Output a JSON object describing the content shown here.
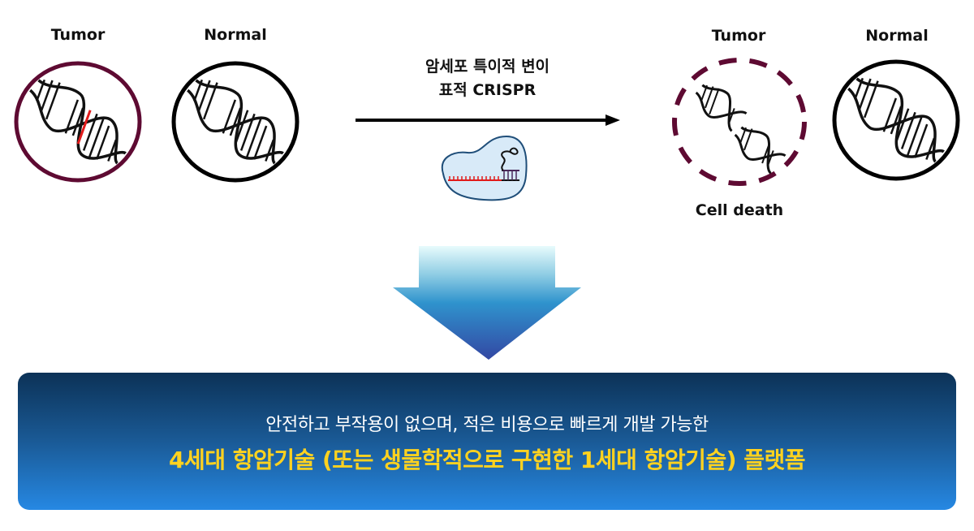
{
  "before": {
    "tumor_label": "Tumor",
    "normal_label": "Normal"
  },
  "process": {
    "line1": "암세포 특이적 변이",
    "line2": "표적 CRISPR",
    "icon": "crispr-cas-complex-icon"
  },
  "after": {
    "tumor_label": "Tumor",
    "normal_label": "Normal",
    "outcome_label": "Cell death"
  },
  "banner": {
    "line1": "안전하고 부작용이 없으며, 적은 비용으로 빠르게 개발 가능한",
    "line2": "4세대 항암기술 (또는 생물학적으로 구현한 1세대 항암기술) 플랫폼"
  },
  "colors": {
    "tumor_ring": "#5e0a32",
    "normal_ring": "#000000",
    "mutation": "#e11b1b",
    "banner_top": "#0c3257",
    "banner_bottom": "#2688e3",
    "highlight_text": "#ffd21f"
  }
}
